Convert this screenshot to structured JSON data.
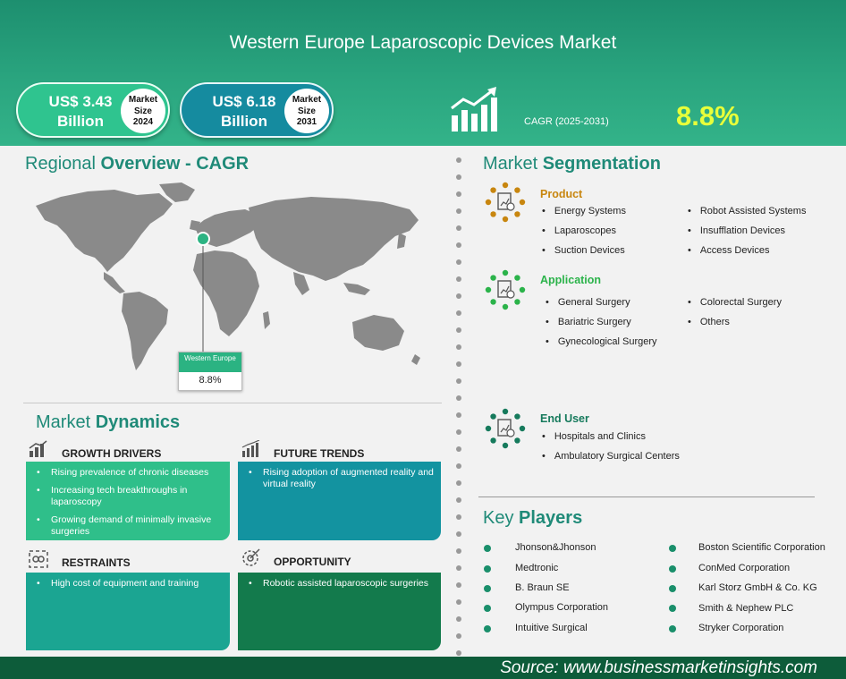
{
  "title": "Western Europe Laparoscopic Devices Market",
  "market_size": [
    {
      "value": "US$ 3.43",
      "unit": "Billion",
      "label1": "Market",
      "label2": "Size",
      "year": "2024"
    },
    {
      "value": "US$ 6.18",
      "unit": "Billion",
      "label1": "Market",
      "label2": "Size",
      "year": "2031"
    }
  ],
  "cagr": {
    "label": "CAGR (2025-2031)",
    "value": "8.8%"
  },
  "regional": {
    "title_light": "Regional",
    "title_bold": "Overview - CAGR",
    "region_name": "Western Europe",
    "region_value": "8.8%"
  },
  "dynamics": {
    "title_light": "Market",
    "title_bold": "Dynamics",
    "growth_drivers": {
      "title": "GROWTH DRIVERS",
      "items": [
        "Rising prevalence of chronic diseases",
        "Increasing tech breakthroughs in laparoscopy",
        "Growing demand of minimally invasive surgeries"
      ]
    },
    "future_trends": {
      "title": "FUTURE TRENDS",
      "items": [
        "Rising adoption of augmented reality and virtual reality"
      ]
    },
    "restraints": {
      "title": "RESTRAINTS",
      "items": [
        "High cost of equipment and training"
      ]
    },
    "opportunity": {
      "title": "OPPORTUNITY",
      "items": [
        "Robotic assisted laparoscopic surgeries"
      ]
    }
  },
  "segmentation": {
    "title_light": "Market",
    "title_bold": "Segmentation",
    "product": {
      "title": "Product",
      "color": "#c8860f",
      "col1": [
        "Energy Systems",
        "Laparoscopes",
        "Suction Devices"
      ],
      "col2": [
        "Robot Assisted Systems",
        "Insufflation Devices",
        "Access Devices"
      ]
    },
    "application": {
      "title": "Application",
      "color": "#2bb34a",
      "col1": [
        "General Surgery",
        "Bariatric Surgery",
        "Gynecological Surgery"
      ],
      "col2": [
        "Colorectal Surgery",
        "Others"
      ]
    },
    "end_user": {
      "title": "End User",
      "color": "#167a5c",
      "col1": [
        "Hospitals and Clinics",
        "Ambulatory Surgical Centers"
      ]
    }
  },
  "players": {
    "title_light": "Key",
    "title_bold": "Players",
    "col1": [
      "Jhonson&Jhonson",
      "Medtronic",
      "B. Braun SE",
      "Olympus Corporation",
      "Intuitive Surgical"
    ],
    "col2": [
      "Boston Scientific Corporation",
      "ConMed Corporation",
      "Karl Storz GmbH & Co. KG",
      "Smith & Nephew PLC",
      "Stryker Corporation"
    ]
  },
  "source": "Source:  www.businessmarketinsights.com"
}
